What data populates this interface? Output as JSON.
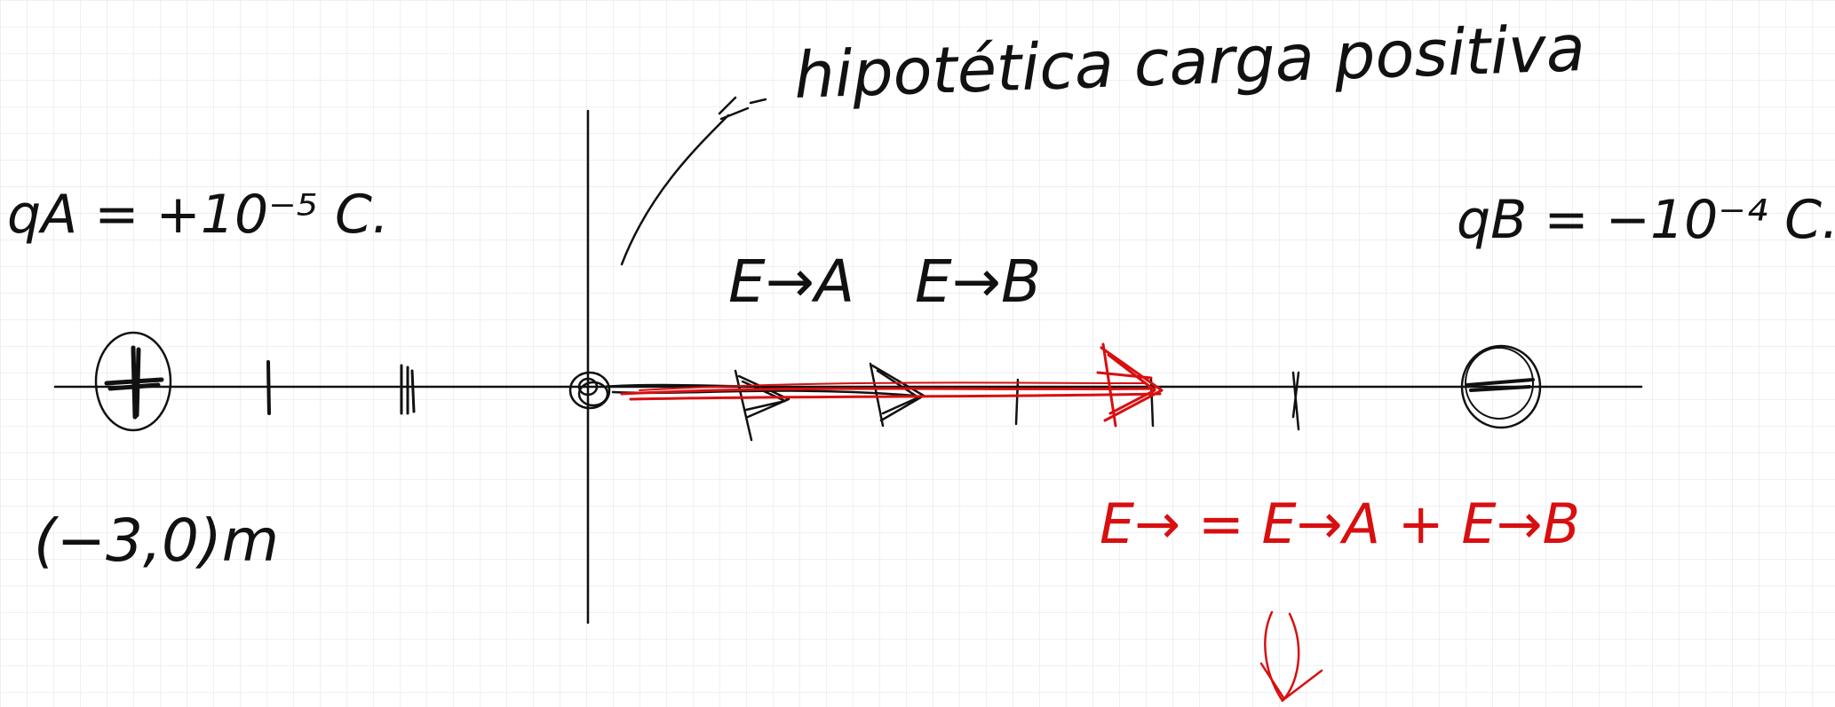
{
  "colors": {
    "grid": "#d9dde3",
    "ink": "#111111",
    "accent": "#d80f10",
    "background": "#ffffff"
  },
  "annotation": {
    "hypothetical": "hipotética carga positiva"
  },
  "charges": {
    "qA_label": "qA = +10⁻⁵ C.",
    "qB_label": "qB = −10⁻⁴ C.",
    "A_position": "(−3,0)m"
  },
  "fields": {
    "EA": "E→A",
    "EB": "E→B",
    "sum": "E→ = E→A + E→B"
  }
}
